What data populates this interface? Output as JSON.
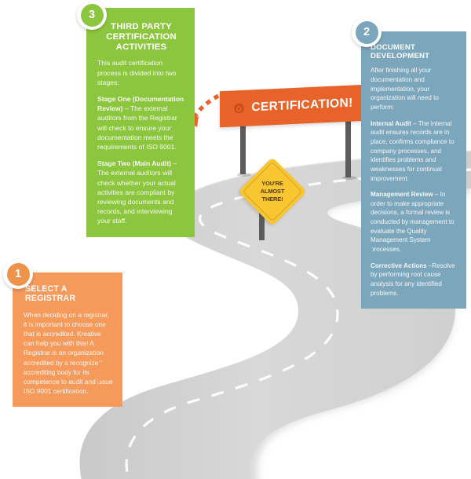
{
  "steps": [
    {
      "number": "1",
      "title": "SELECT A REGISTRAR",
      "color": "#F59A5B",
      "badge_color": "#F0934A",
      "paragraphs": [
        "When deciding on a registrar, it is important to choose one that is accredited. Kreative can help you with this! A Registrar is an organization accredited by a recognized accrediting body for its competence to audit and issue ISO 9001 certification."
      ]
    },
    {
      "number": "2",
      "title": "DOCUMENT DEVELOPMENT",
      "color": "#7BA6BB",
      "badge_color": "#7BA6BB",
      "intro": "After finishing all your documentation and implementation, your organization will need to perform:",
      "items": [
        {
          "label": "Internal Audit",
          "text": " – The internal audit ensures records are in place, confirms compliance to company processes, and identifies problems and weaknesses for continual improvement."
        },
        {
          "label": "Management Review",
          "text": " – In order to make appropriate decisions, a formal review is conducted by management to evaluate the Quality Management System processes."
        },
        {
          "label": "Corrective Actions",
          "text": " –Resolve by performing root cause analysis for any identified problems."
        }
      ]
    },
    {
      "number": "3",
      "title": "THIRD PARTY CERTIFICATION ACTIVITIES",
      "title_line1": "THIRD PARTY",
      "title_line2": "CERTIFICATION ACTIVITIES",
      "color": "#8CC63E",
      "badge_color": "#8CC63E",
      "intro": "This audit certification process is divided into two stages:",
      "items": [
        {
          "label": "Stage One (Documentation Review)",
          "text": " – The external auditors from the Registrar will check to ensure your documentation meets the requirements of ISO 9001."
        },
        {
          "label": "Stage Two (Main Audit)",
          "text": " – The external auditors will check whether your actual activities are compliant by reviewing documents and records, and interviewing your staff."
        }
      ]
    }
  ],
  "billboard": {
    "text": "CERTIFICATION!",
    "icon": "gear-icon",
    "color": "#E8632A"
  },
  "road_sign": {
    "line1": "YOU'RE",
    "line2": "ALMOST",
    "line3": "THERE!",
    "color": "#F9C531"
  },
  "road": {
    "surface_color": "#D4D4D4",
    "dash_color": "#FFFFFF"
  }
}
